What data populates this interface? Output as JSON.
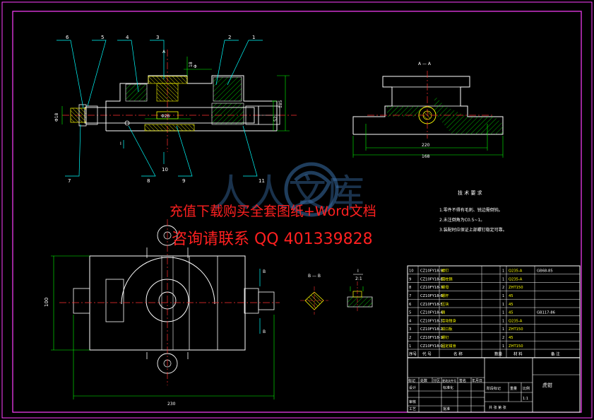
{
  "colors": {
    "background": "#000000",
    "outline": "#ffffff",
    "dimension": "#00ff00",
    "leader": "#00ffff",
    "frame": "#ff00ff",
    "center": "#ff3030",
    "hatch": "#00ff00",
    "part_yellow": "#ffff00",
    "watermark": "#ff2020"
  },
  "watermark": {
    "line1": "充值下载购买全套图纸+Word文档",
    "line2": "咨询请联系 QQ 401339828",
    "logo_text": "人人文库"
  },
  "part_numbers_top": [
    "6",
    "5",
    "4",
    "3",
    "2",
    "1"
  ],
  "part_numbers_bottom": [
    "7",
    "8",
    "9",
    "10",
    "11"
  ],
  "section_labels": {
    "a_a": "A — A",
    "b_b": "B — B",
    "arrow_a": "A",
    "arrow_b": "B",
    "detail": "I",
    "detail_scale": "2:1",
    "view_arrow": "I"
  },
  "dimensions": {
    "front_width_1": "220",
    "front_width_2": "168",
    "plan_width": "230",
    "plan_height": "100",
    "height_right": "185",
    "height_mid": "52",
    "dim_18": "18",
    "dim_left": "Φ18",
    "dim_bore": "Φ26",
    "dim_phi": "Φ"
  },
  "tech_requirements": {
    "title": "技 术 要 求",
    "items": [
      "1.零件不得有毛刺、锐边需倒钝。",
      "2.未注倒角为C0.5~1。",
      "3.装配时应保证上部螺钉稳定可靠。"
    ]
  },
  "bom": {
    "rows": [
      [
        "10",
        "CZ10FY18-9",
        "螺钉",
        "1",
        "Q235-A",
        "GB68-85"
      ],
      [
        "9",
        "CZ10FY18-8",
        "圆柱销",
        "1",
        "Q235-A",
        ""
      ],
      [
        "8",
        "CZ10FY18-7",
        "螺母",
        "2",
        "ZHT150",
        ""
      ],
      [
        "7",
        "CZ10FY18-6",
        "螺杆",
        "1",
        "45",
        ""
      ],
      [
        "6",
        "CZ10FY18-5",
        "压块",
        "1",
        "45",
        ""
      ],
      [
        "5",
        "CZ10FY18-4",
        "销",
        "1",
        "45",
        "GB117-86"
      ],
      [
        "4",
        "CZ10FY18-3",
        "活动钳身",
        "1",
        "Q235-A",
        ""
      ],
      [
        "3",
        "CZ10FY18-2",
        "钳口板",
        "1",
        "ZHT150",
        ""
      ],
      [
        "2",
        "CZ10FY18-1",
        "螺钉",
        "2",
        "45",
        ""
      ],
      [
        "1",
        "CZ10FY18-0",
        "固定钳身",
        "1",
        "ZHT150",
        ""
      ]
    ],
    "header": [
      "序号",
      "代 号",
      "名 称",
      "数量",
      "材 料",
      "备 注"
    ]
  },
  "title_block": {
    "drawing_name": "虎钳",
    "labels": [
      "标记",
      "处数",
      "分区",
      "更改文件号",
      "签名",
      "年月日"
    ],
    "roles": [
      "设计",
      "审核",
      "工艺"
    ],
    "std": "标准化",
    "approve": "批准",
    "stage": "阶段标记",
    "weight": "重量",
    "scale_label": "比例",
    "scale": "1:1",
    "sheets": "共  张  第  张"
  }
}
